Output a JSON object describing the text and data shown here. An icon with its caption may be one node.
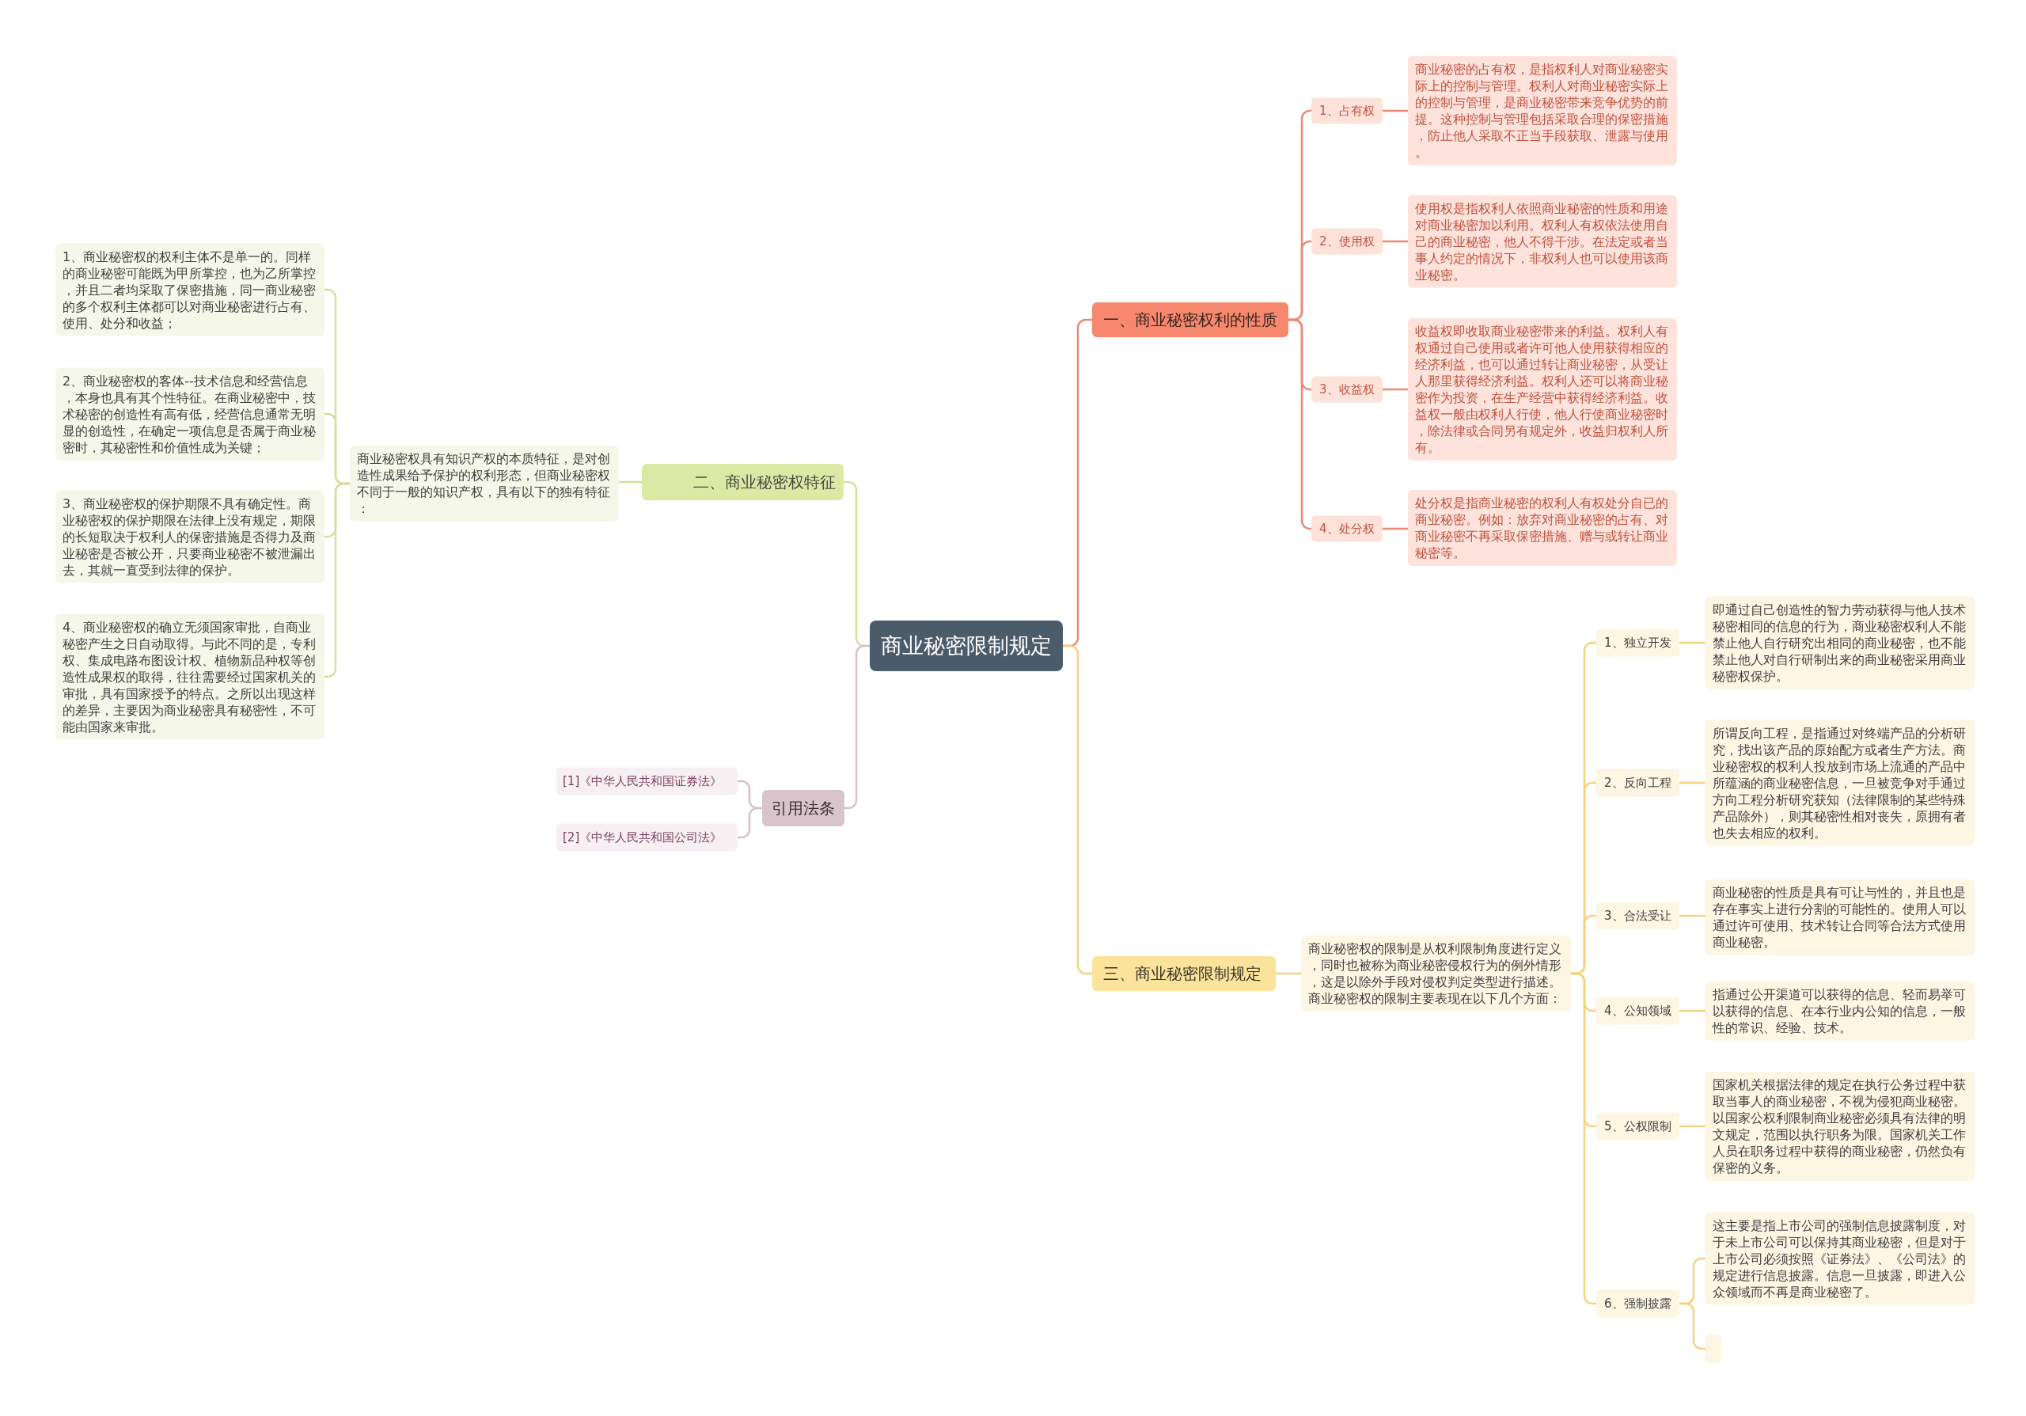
{
  "diagram": {
    "nodes": [
      {
        "text": [
          "商业秘密限制规定"
        ]
      },
      {
        "text": [
          "一、商业秘密权利的性质"
        ]
      },
      {
        "text": [
          "1、占有权"
        ]
      },
      {
        "text": [
          "商业秘密的占有权，是指权利人对商业秘密实际上的控制与管理。权利人对商业秘密实际上的控制与管理，是商业秘密带来竞争优势的前提。这种控制与管理包括采取合理的保密措施，防止他人采取不正当手段获取、泄露与使用。"
        ]
      },
      {
        "text": [
          "2、使用权"
        ]
      },
      {
        "text": [
          "使用权是指权利人依照商业秘密的性质和用途对商业秘密加以利用。权利人有权依法使用自己的商业秘密，他人不得干涉。在法定或者当事人约定的情况下，非权利人也可以使用该商业秘密。"
        ]
      },
      {
        "text": [
          "3、收益权"
        ]
      },
      {
        "text": [
          "收益权即收取商业秘密带来的利益。权利人有权通过自己使用或者许可他人使用获得相应的经济利益，也可以通过转让商业秘密，从受让人那里获得经济利益。权利人还可以将商业秘密作为投资，在生产经营中获得经济利益。收益权一般由权利人行使，他人行使商业秘密时，除法律或合同另有规定外，收益归权利人所有。"
        ]
      },
      {
        "text": [
          "4、处分权"
        ]
      },
      {
        "text": [
          "处分权是指商业秘密的权利人有权处分自已的商业秘密。例如：放弃对商业秘密的占有、对商业秘密不再采取保密措施、赠与或转让商业秘密等。"
        ]
      },
      {
        "text": [
          "二、商业秘密权特征"
        ]
      },
      {
        "text": [
          "商业秘密权具有知识产权的本质特征，是对创造性成果给予保护的权利形态，但商业秘密权不同于一般的知识产权，具有以下的独有特征："
        ]
      },
      {
        "text": [
          "1、商业秘密权的权利主体不是单一的。同样的商业秘密可能既为甲所掌控，也为乙所掌控，并且二者均采取了保密措施，同一商业秘密的多个权利主体都可以对商业秘密进行占有、使用、处分和收益；"
        ]
      },
      {
        "text": [
          "2、商业秘密权的客体--技术信息和经营信息，本身也具有其个性特征。在商业秘密中，技术秘密的创造性有高有低，经营信息通常无明显的创造性，在确定一项信息是否属于商业秘密时，其秘密性和价值性成为关键；"
        ]
      },
      {
        "text": [
          "3、商业秘密权的保护期限不具有确定性。商业秘密权的保护期限在法律上没有规定，期限的长短取决于权利人的保密措施是否得力及商业秘密是否被公开，只要商业秘密不被泄漏出去，其就一直受到法律的保护。"
        ]
      },
      {
        "text": [
          "4、商业秘密权的确立无须国家审批，自商业秘密产生之日自动取得。与此不同的是，专利权、集成电路布图设计权、植物新品种权等创造性成果权的取得，往往需要经过国家机关的审批，具有国家授予的特点。之所以出现这样的差异，主要因为商业秘密具有秘密性，不可能由国家来审批。"
        ]
      },
      {
        "text": [
          "引用法条"
        ]
      },
      {
        "text": [
          "[1]《中华人民共和国证券法》"
        ]
      },
      {
        "text": [
          "[2]《中华人民共和国公司法》"
        ]
      },
      {
        "text": [
          "三、商业秘密限制规定"
        ]
      },
      {
        "text": [
          "商业秘密权的限制是从权利限制角度进行定义，同时也被称为商业秘密侵权行为的例外情形，这是以除外手段对侵权判定类型进行描述。商业秘密权的限制主要表现在以下几个方面："
        ]
      },
      {
        "text": [
          "1、独立开发"
        ]
      },
      {
        "text": [
          "即通过自己创造性的智力劳动获得与他人技术秘密相同的信息的行为，商业秘密权利人不能禁止他人自行研究出相同的商业秘密，也不能禁止他人对自行研制出来的商业秘密采用商业秘密权保护。"
        ]
      },
      {
        "text": [
          "2、反向工程"
        ]
      },
      {
        "text": [
          "所谓反向工程，是指通过对终端产品的分析研究，找出该产品的原始配方或者生产方法。商业秘密权的权利人投放到市场上流通的产品中所蕴涵的商业秘密信息，一旦被竞争对手通过方向工程分析研究获知（法律限制的某些特殊产品除外），则其秘密性相对丧失，原拥有者也失去相应的权利。"
        ]
      },
      {
        "text": [
          "3、合法受让"
        ]
      },
      {
        "text": [
          "商业秘密的性质是具有可让与性的，并且也是存在事实上进行分割的可能性的。使用人可以通过许可使用、技术转让合同等合法方式使用商业秘密。"
        ]
      },
      {
        "text": [
          "4、公知领域"
        ]
      },
      {
        "text": [
          "指通过公开渠道可以获得的信息、轻而易举可以获得的信息、在本行业内公知的信息，一般性的常识、经验、技术。"
        ]
      },
      {
        "text": [
          "5、公权限制"
        ]
      },
      {
        "text": [
          "国家机关根据法律的规定在执行公务过程中获取当事人的商业秘密，不视为侵犯商业秘密。以国家公权利限制商业秘密必须具有法律的明文规定，范围以执行职务为限。国家机关工作人员在职务过程中获得的商业秘密，仍然负有保密的义务。"
        ]
      },
      {
        "text": [
          "6、强制披露"
        ]
      },
      {
        "text": [
          "这主要是指上市公司的强制信息披露制度，对于未上市公司可以保持其商业秘密，但是对于上市公司必须按照《证券法》、《公司法》的规定进行信息披露。信息一旦披露，即进入公众领域而不再是商业秘密了。"
        ]
      },
      {
        "text": [],
        "shape": "box"
      }
    ],
    "edges": [
      {
        "from": 0,
        "to": 1,
        "arrow": "none",
        "color": "#e98a72"
      },
      {
        "from": 1,
        "to": 2,
        "arrow": "none",
        "color": "#e98a72"
      },
      {
        "from": 2,
        "to": 3,
        "arrow": "none",
        "color": "#e98a72"
      },
      {
        "from": 1,
        "to": 4,
        "arrow": "none",
        "color": "#e98a72"
      },
      {
        "from": 4,
        "to": 5,
        "arrow": "none",
        "color": "#e98a72"
      },
      {
        "from": 1,
        "to": 6,
        "arrow": "none",
        "color": "#e98a72"
      },
      {
        "from": 6,
        "to": 7,
        "arrow": "none",
        "color": "#e98a72"
      },
      {
        "from": 1,
        "to": 8,
        "arrow": "none",
        "color": "#e98a72"
      },
      {
        "from": 8,
        "to": 9,
        "arrow": "none",
        "color": "#e98a72"
      },
      {
        "from": 0,
        "to": 10,
        "arrow": "none",
        "color": "#d3e09e"
      },
      {
        "from": 10,
        "to": 11,
        "arrow": "none",
        "color": "#d3e09e"
      },
      {
        "from": 11,
        "to": 12,
        "arrow": "none",
        "color": "#d3e09e"
      },
      {
        "from": 11,
        "to": 13,
        "arrow": "none",
        "color": "#d3e09e"
      },
      {
        "from": 11,
        "to": 14,
        "arrow": "none",
        "color": "#d3e09e"
      },
      {
        "from": 11,
        "to": 15,
        "arrow": "none",
        "color": "#d3e09e"
      },
      {
        "from": 0,
        "to": 16,
        "arrow": "none",
        "color": "#d5c2c9"
      },
      {
        "from": 16,
        "to": 17,
        "arrow": "none",
        "color": "#d5c2c9"
      },
      {
        "from": 16,
        "to": 18,
        "arrow": "none",
        "color": "#d5c2c9"
      },
      {
        "from": 0,
        "to": 19,
        "arrow": "none"
      },
      {
        "from": 19,
        "to": 20,
        "arrow": "none"
      },
      {
        "from": 20,
        "to": 21,
        "arrow": "none"
      },
      {
        "from": 21,
        "to": 22,
        "arrow": "none"
      },
      {
        "from": 20,
        "to": 23,
        "arrow": "none"
      },
      {
        "from": 23,
        "to": 24,
        "arrow": "none"
      },
      {
        "from": 20,
        "to": 25,
        "arrow": "none"
      },
      {
        "from": 25,
        "to": 26,
        "arrow": "none"
      },
      {
        "from": 20,
        "to": 27,
        "arrow": "none"
      },
      {
        "from": 27,
        "to": 28,
        "arrow": "none"
      },
      {
        "from": 20,
        "to": 29,
        "arrow": "none"
      },
      {
        "from": 29,
        "to": 30,
        "arrow": "none"
      },
      {
        "from": 20,
        "to": 31,
        "arrow": "none"
      },
      {
        "from": 31,
        "to": 32,
        "arrow": "none"
      },
      {
        "from": 31,
        "to": 33,
        "arrow": "none"
      }
    ]
  }
}
